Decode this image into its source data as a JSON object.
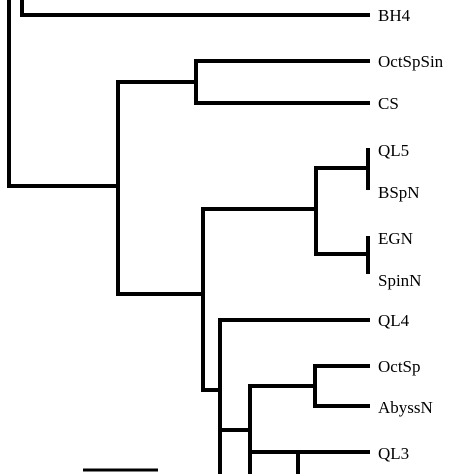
{
  "tree": {
    "taxa": [
      {
        "id": "bh4",
        "label": "BH4"
      },
      {
        "id": "octspsin",
        "label": "OctSpSin"
      },
      {
        "id": "cs",
        "label": "CS"
      },
      {
        "id": "ql5",
        "label": "QL5"
      },
      {
        "id": "bspn",
        "label": "BSpN"
      },
      {
        "id": "egn",
        "label": "EGN"
      },
      {
        "id": "spinn",
        "label": "SpinN"
      },
      {
        "id": "ql4",
        "label": "QL4"
      },
      {
        "id": "octsp",
        "label": "OctSp"
      },
      {
        "id": "abyssn",
        "label": "AbyssN"
      },
      {
        "id": "ql3",
        "label": "QL3"
      }
    ],
    "scale_bar_label": "",
    "line_color": "#000000"
  }
}
